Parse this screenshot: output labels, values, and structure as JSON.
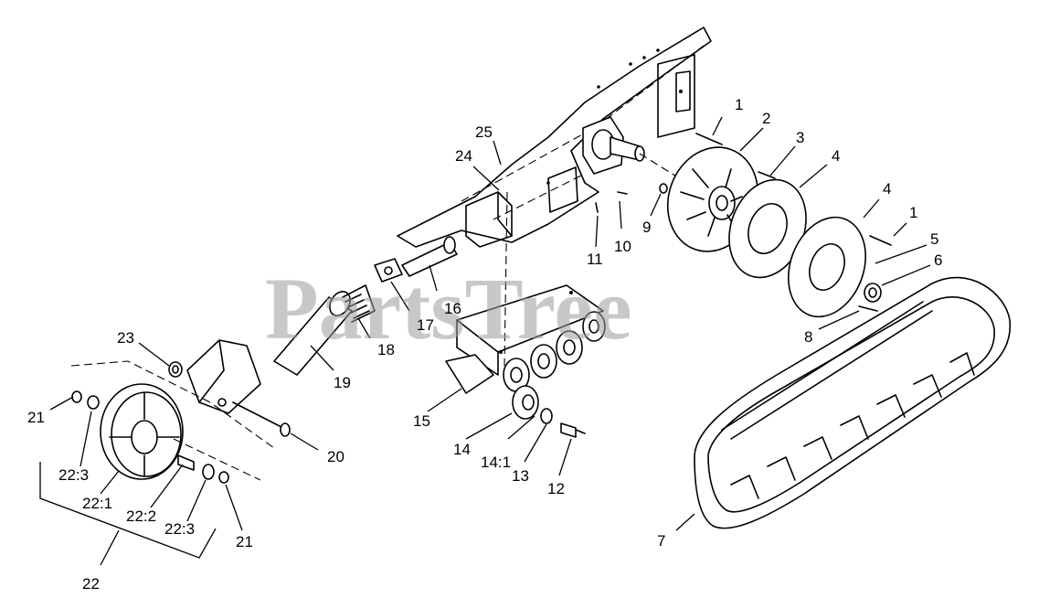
{
  "watermark": "PartsTree",
  "callouts": {
    "c1a": "1",
    "c2": "2",
    "c3": "3",
    "c4a": "4",
    "c4b": "4",
    "c1b": "1",
    "c5": "5",
    "c6": "6",
    "c7": "7",
    "c8": "8",
    "c9": "9",
    "c10": "10",
    "c11": "11",
    "c12": "12",
    "c13": "13",
    "c14": "14",
    "c14_1": "14:1",
    "c15": "15",
    "c16": "16",
    "c17": "17",
    "c18": "18",
    "c19": "19",
    "c20": "20",
    "c21a": "21",
    "c21b": "21",
    "c22": "22",
    "c22_1": "22:1",
    "c22_2": "22:2",
    "c22_3a": "22:3",
    "c22_3b": "22:3",
    "c23": "23",
    "c24": "24",
    "c25": "25"
  }
}
